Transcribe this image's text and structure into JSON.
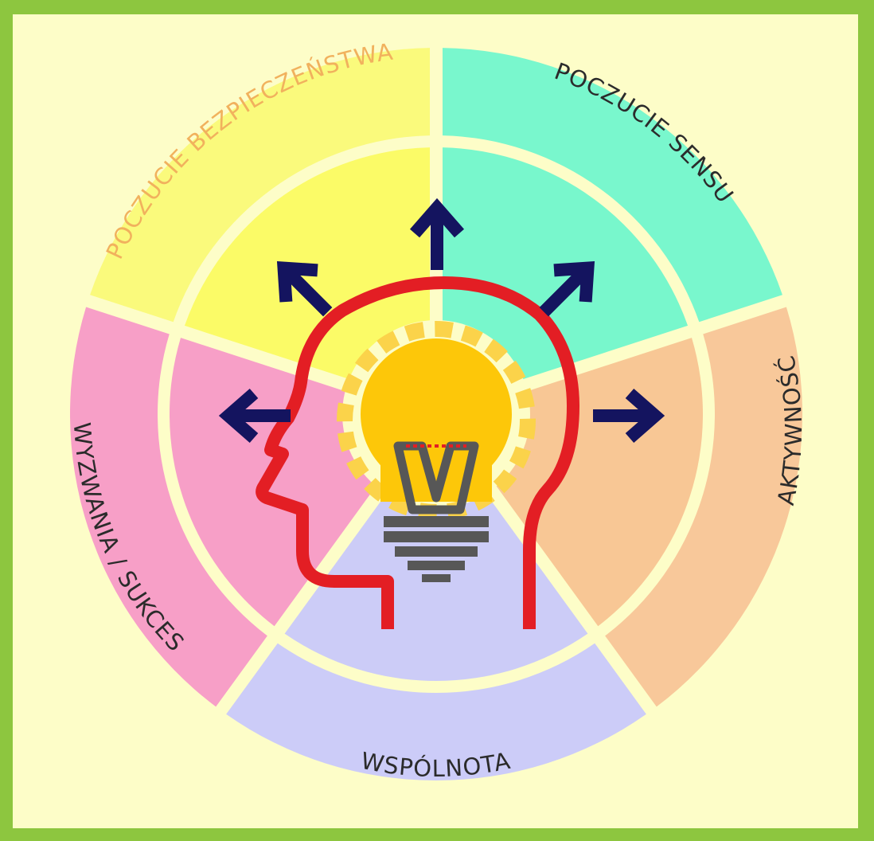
{
  "colors": {
    "frame": "#8dc63f",
    "background": "#fdfdc8",
    "head_outline": "#e31e24",
    "arrow": "#14145f",
    "bulb": "#fdc709",
    "bulb_glow": "#fbd34a",
    "bulb_base": "#575757"
  },
  "segments": [
    {
      "key": "safety",
      "label": "POCZUCIE BEZPIECZEŃSTWA",
      "outer_color": "#fafa7c",
      "inner_color": "#fbfb67",
      "text_color": "#f1b15d"
    },
    {
      "key": "meaning",
      "label": "POCZUCIE SENSU",
      "outer_color": "#79f7cd",
      "inner_color": "#78f7cc",
      "text_color": "#2b2b2b"
    },
    {
      "key": "activity",
      "label": "AKTYWNOŚĆ",
      "outer_color": "#f8c89a",
      "inner_color": "#f8c795",
      "text_color": "#2b2b2b"
    },
    {
      "key": "community",
      "label": "WSPÓLNOTA",
      "outer_color": "#ccccf8",
      "inner_color": "#ccccf7",
      "text_color": "#2b2b2b"
    },
    {
      "key": "challenge",
      "label": "WYZWANIA / SUKCES",
      "outer_color": "#f79fc7",
      "inner_color": "#f79fc7",
      "text_color": "#2b2b2b"
    }
  ],
  "icons": {
    "head": "head-silhouette-icon",
    "bulb": "lightbulb-icon",
    "arrows": [
      "arrow-left-icon",
      "arrow-up-left-icon",
      "arrow-up-icon",
      "arrow-up-right-icon",
      "arrow-right-icon"
    ]
  }
}
